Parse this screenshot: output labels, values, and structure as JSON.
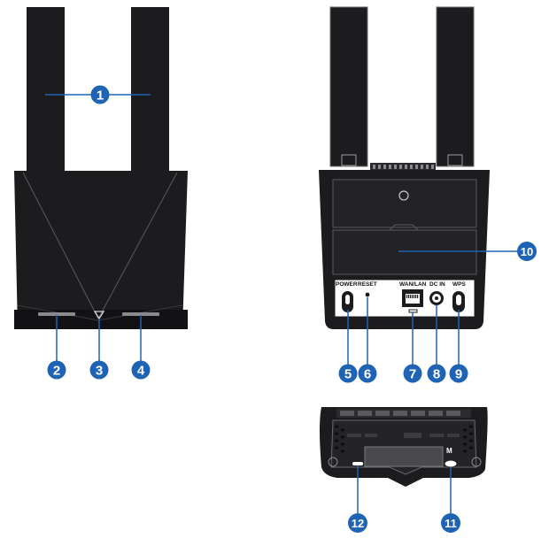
{
  "accent": "#1f63b5",
  "device_color": "#1c1c1e",
  "callouts": [
    {
      "n": "1"
    },
    {
      "n": "2"
    },
    {
      "n": "3"
    },
    {
      "n": "4"
    },
    {
      "n": "5"
    },
    {
      "n": "6"
    },
    {
      "n": "7"
    },
    {
      "n": "8"
    },
    {
      "n": "9"
    },
    {
      "n": "10"
    },
    {
      "n": "11"
    },
    {
      "n": "12"
    }
  ],
  "back_labels": {
    "power": "POWER",
    "reset": "RESET",
    "wan_lan": "WAN/LAN",
    "dc_in": "DC IN",
    "wps": "WPS"
  },
  "bottom_labels": {
    "logo_mark": "M"
  }
}
